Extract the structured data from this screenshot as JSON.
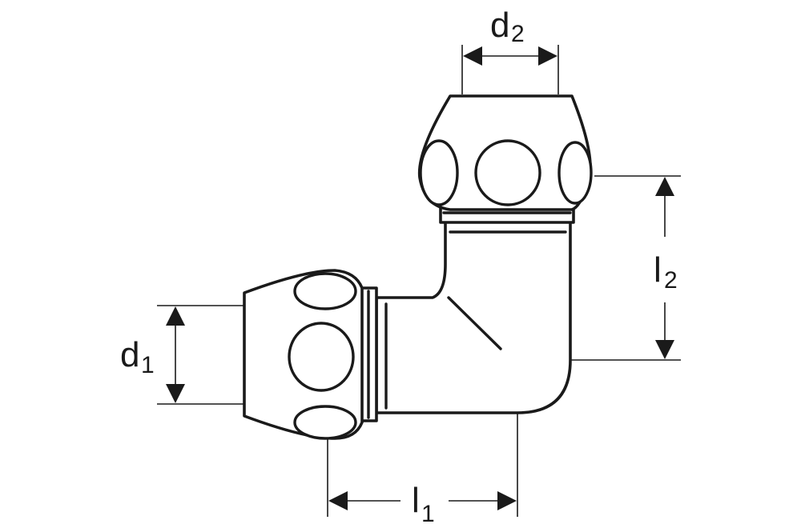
{
  "dimensions": {
    "d1": {
      "symbol": "d",
      "subscript": "1"
    },
    "d2": {
      "symbol": "d",
      "subscript": "2"
    },
    "l1": {
      "symbol": "l",
      "subscript": "1"
    },
    "l2": {
      "symbol": "l",
      "subscript": "2"
    }
  }
}
